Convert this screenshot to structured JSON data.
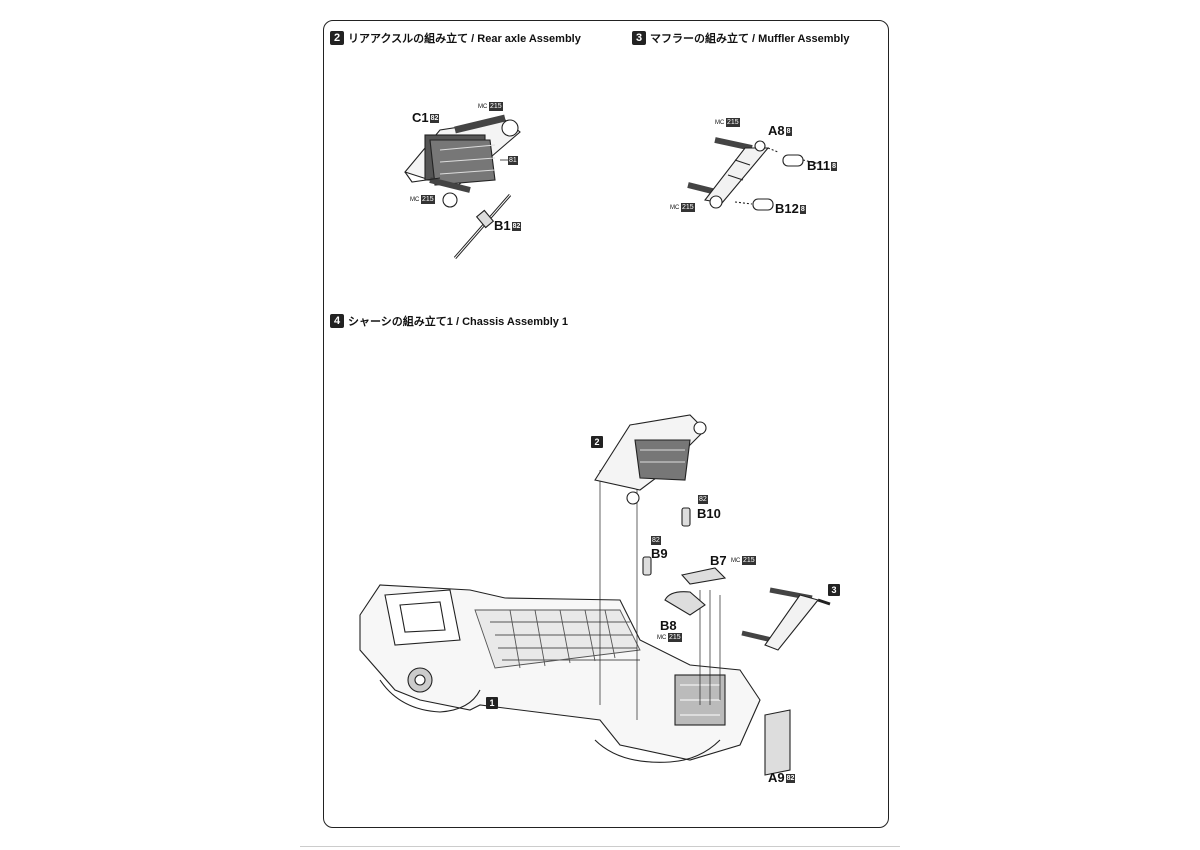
{
  "steps": [
    {
      "num": "2",
      "title": "リアアクスルの組み立て / Rear axle Assembly"
    },
    {
      "num": "3",
      "title": "マフラーの組み立て / Muffler Assembly"
    },
    {
      "num": "4",
      "title": "シャーシの組み立て1 / Chassis Assembly 1"
    }
  ],
  "labels": {
    "c1": "C1",
    "c1_tag": "82",
    "b1": "B1",
    "b1_tag": "82",
    "mc_prefix": "MC",
    "mc_tag": "215",
    "tag_81": "81",
    "a8": "A8",
    "a8_tag": "8",
    "b11": "B11",
    "b11_tag": "8",
    "b12": "B12",
    "b12_tag": "8",
    "b10": "B10",
    "b10_tag": "82",
    "b9": "B9",
    "b9_tag": "82",
    "b7": "B7",
    "b8": "B8",
    "a9": "A9",
    "a9_tag": "82",
    "callout_2": "2",
    "callout_3": "3",
    "callout_1": "1"
  }
}
